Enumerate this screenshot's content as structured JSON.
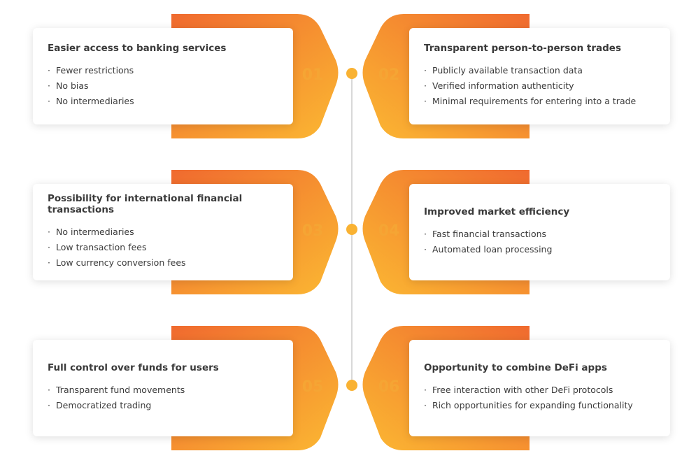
{
  "items": [
    {
      "number": "01",
      "title": "Easier access to banking services",
      "bullets": [
        "Fewer restrictions",
        "No bias",
        "No intermediaries"
      ]
    },
    {
      "number": "02",
      "title": "Transparent person-to-person trades",
      "bullets": [
        "Publicly available transaction data",
        "Verified information authenticity",
        "Minimal requirements for entering into a trade"
      ]
    },
    {
      "number": "03",
      "title": "Possibility for international financial transactions",
      "bullets": [
        "No intermediaries",
        "Low transaction fees",
        "Low currency conversion fees"
      ]
    },
    {
      "number": "04",
      "title": "Improved market efficiency",
      "bullets": [
        "Fast financial transactions",
        "Automated loan processing"
      ]
    },
    {
      "number": "05",
      "title": "Full control over funds for users",
      "bullets": [
        "Transparent fund movements",
        "Democratized trading"
      ]
    },
    {
      "number": "06",
      "title": "Opportunity to combine DeFi apps",
      "bullets": [
        "Free interaction with other DeFi protocols",
        "Rich opportunities for expanding functionality"
      ]
    }
  ],
  "colors": {
    "gradient_start": "#f06a2f",
    "gradient_end": "#fbb832",
    "number": "#f5a534",
    "dot": "#f9b233",
    "line": "#d8d8d8"
  }
}
